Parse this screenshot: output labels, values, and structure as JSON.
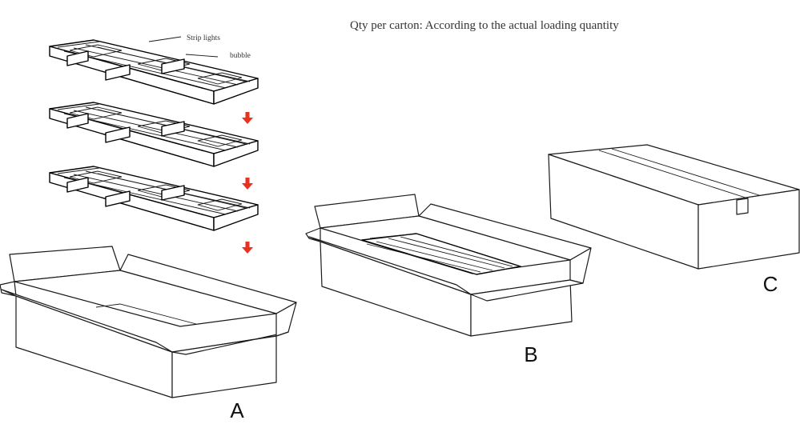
{
  "header": {
    "title": "Qty per carton: According to the actual loading quantity"
  },
  "callouts": {
    "strip": "Strip lights",
    "bubble": "bubble"
  },
  "steps": {
    "a": "A",
    "b": "B",
    "c": "C"
  },
  "colors": {
    "arrow": "#e8321e",
    "line": "#1a1a1a"
  },
  "icons": {
    "arrow": "down-arrow-icon"
  }
}
